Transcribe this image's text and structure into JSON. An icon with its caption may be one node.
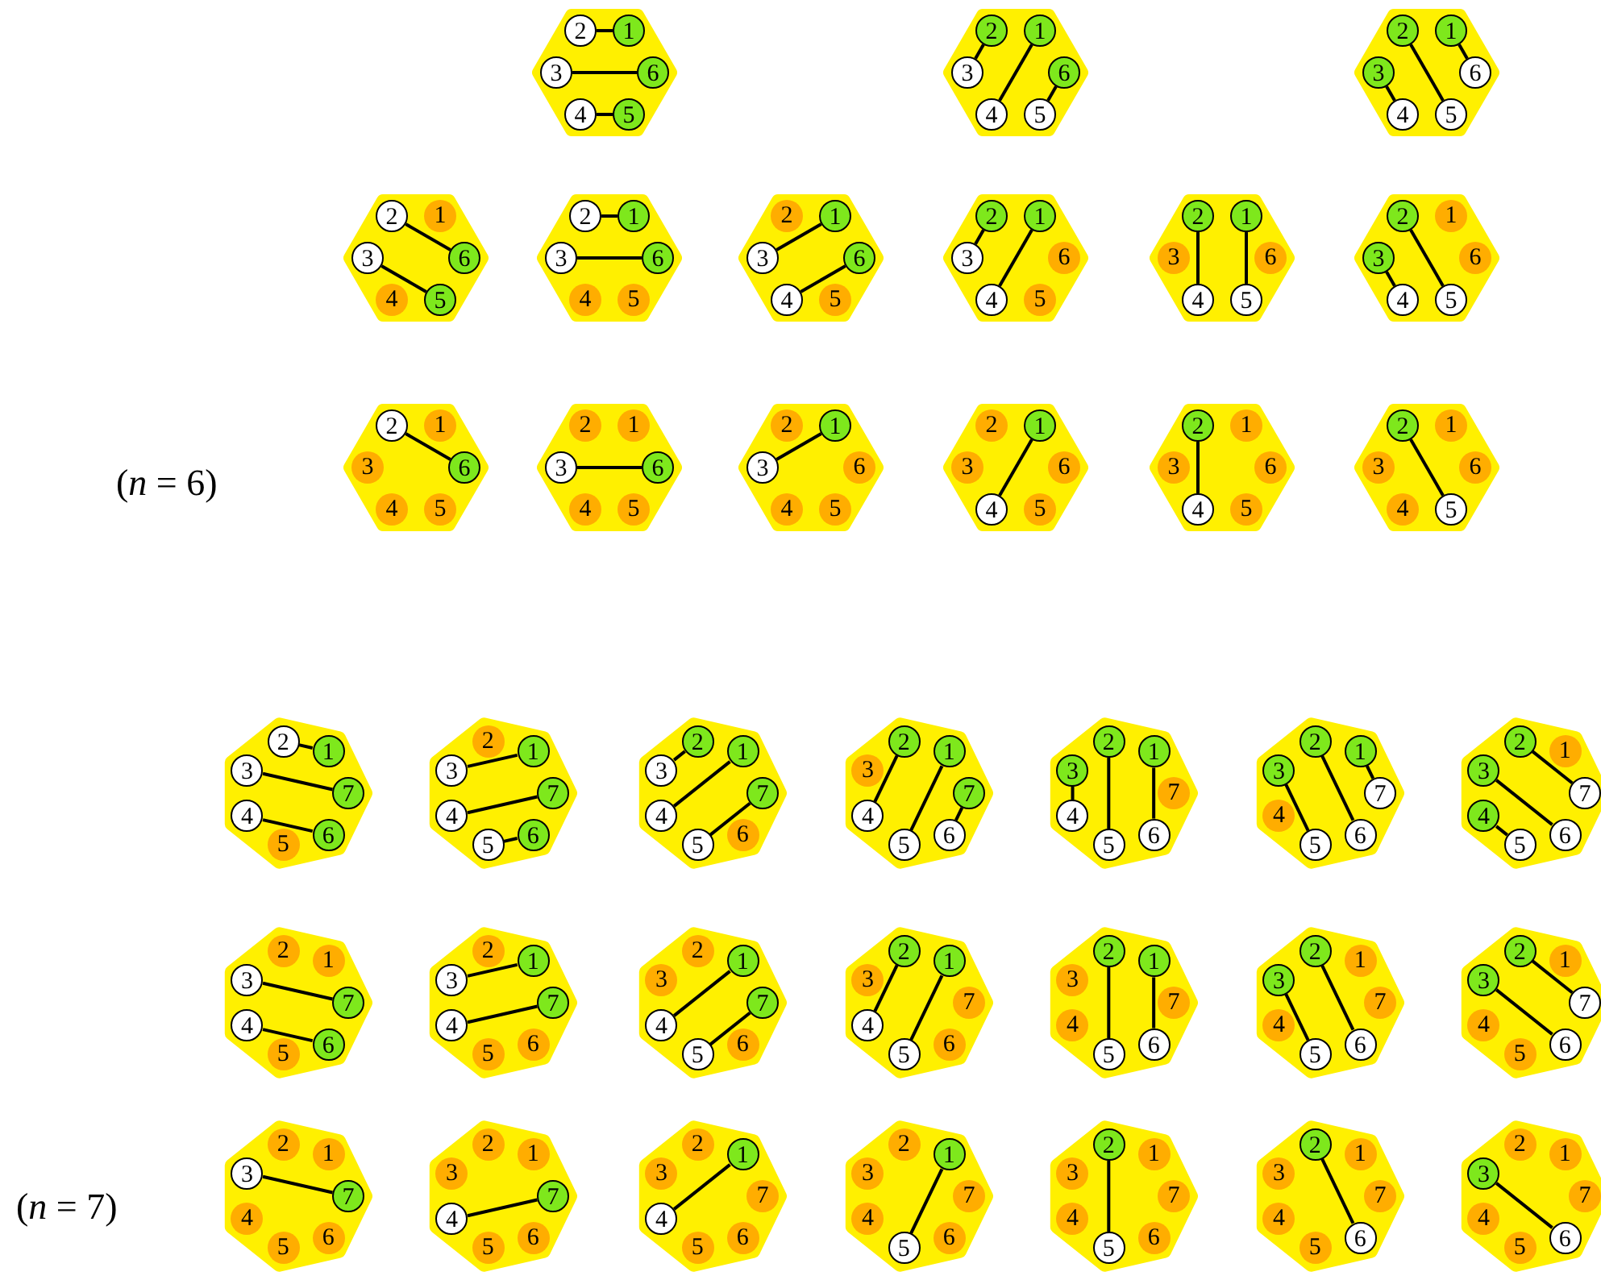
{
  "diagram": {
    "nodes": [
      {
        "text": [],
        "shape": "hexagon"
      },
      {
        "text": [
          "1"
        ],
        "in": 0
      },
      {
        "text": [
          "2"
        ],
        "in": 0
      },
      {
        "text": [
          "3"
        ],
        "in": 0
      },
      {
        "text": [
          "4"
        ],
        "in": 0
      },
      {
        "text": [
          "5"
        ],
        "in": 0
      },
      {
        "text": [
          "6"
        ],
        "in": 0
      },
      {
        "text": [],
        "shape": "hexagon"
      },
      {
        "text": [
          "1"
        ],
        "in": 7
      },
      {
        "text": [
          "2"
        ],
        "in": 7
      },
      {
        "text": [
          "3"
        ],
        "in": 7
      },
      {
        "text": [
          "4"
        ],
        "in": 7
      },
      {
        "text": [
          "5"
        ],
        "in": 7
      },
      {
        "text": [
          "6"
        ],
        "in": 7
      },
      {
        "text": [],
        "shape": "hexagon"
      },
      {
        "text": [
          "1"
        ],
        "in": 14
      },
      {
        "text": [
          "2"
        ],
        "in": 14
      },
      {
        "text": [
          "3"
        ],
        "in": 14
      },
      {
        "text": [
          "4"
        ],
        "in": 14
      },
      {
        "text": [
          "5"
        ],
        "in": 14
      },
      {
        "text": [
          "6"
        ],
        "in": 14
      },
      {
        "text": [],
        "shape": "hexagon"
      },
      {
        "text": [
          "1"
        ],
        "in": 21
      },
      {
        "text": [
          "2"
        ],
        "in": 21
      },
      {
        "text": [
          "3"
        ],
        "in": 21
      },
      {
        "text": [
          "4"
        ],
        "in": 21
      },
      {
        "text": [
          "5"
        ],
        "in": 21
      },
      {
        "text": [
          "6"
        ],
        "in": 21
      },
      {
        "text": [],
        "shape": "hexagon"
      },
      {
        "text": [
          "1"
        ],
        "in": 28
      },
      {
        "text": [
          "2"
        ],
        "in": 28
      },
      {
        "text": [
          "3"
        ],
        "in": 28
      },
      {
        "text": [
          "4"
        ],
        "in": 28
      },
      {
        "text": [
          "5"
        ],
        "in": 28
      },
      {
        "text": [
          "6"
        ],
        "in": 28
      },
      {
        "text": [],
        "shape": "hexagon"
      },
      {
        "text": [
          "1"
        ],
        "in": 35
      },
      {
        "text": [
          "2"
        ],
        "in": 35
      },
      {
        "text": [
          "3"
        ],
        "in": 35
      },
      {
        "text": [
          "4"
        ],
        "in": 35
      },
      {
        "text": [
          "5"
        ],
        "in": 35
      },
      {
        "text": [
          "6"
        ],
        "in": 35
      },
      {
        "text": [],
        "shape": "hexagon"
      },
      {
        "text": [
          "1"
        ],
        "in": 42
      },
      {
        "text": [
          "2"
        ],
        "in": 42
      },
      {
        "text": [
          "3"
        ],
        "in": 42
      },
      {
        "text": [
          "4"
        ],
        "in": 42
      },
      {
        "text": [
          "5"
        ],
        "in": 42
      },
      {
        "text": [
          "6"
        ],
        "in": 42
      },
      {
        "text": [],
        "shape": "hexagon"
      },
      {
        "text": [
          "1"
        ],
        "in": 49
      },
      {
        "text": [
          "2"
        ],
        "in": 49
      },
      {
        "text": [
          "3"
        ],
        "in": 49
      },
      {
        "text": [
          "4"
        ],
        "in": 49
      },
      {
        "text": [
          "5"
        ],
        "in": 49
      },
      {
        "text": [
          "6"
        ],
        "in": 49
      },
      {
        "text": [],
        "shape": "hexagon"
      },
      {
        "text": [
          "1"
        ],
        "in": 56
      },
      {
        "text": [
          "2"
        ],
        "in": 56
      },
      {
        "text": [
          "3"
        ],
        "in": 56
      },
      {
        "text": [
          "4"
        ],
        "in": 56
      },
      {
        "text": [
          "5"
        ],
        "in": 56
      },
      {
        "text": [
          "6"
        ],
        "in": 56
      },
      {
        "text": [],
        "shape": "hexagon"
      },
      {
        "text": [
          "1"
        ],
        "in": 63
      },
      {
        "text": [
          "2"
        ],
        "in": 63
      },
      {
        "text": [
          "3"
        ],
        "in": 63
      },
      {
        "text": [
          "4"
        ],
        "in": 63
      },
      {
        "text": [
          "5"
        ],
        "in": 63
      },
      {
        "text": [
          "6"
        ],
        "in": 63
      },
      {
        "text": [],
        "shape": "hexagon"
      },
      {
        "text": [
          "1"
        ],
        "in": 70
      },
      {
        "text": [
          "2"
        ],
        "in": 70
      },
      {
        "text": [
          "3"
        ],
        "in": 70
      },
      {
        "text": [
          "4"
        ],
        "in": 70
      },
      {
        "text": [
          "5"
        ],
        "in": 70
      },
      {
        "text": [
          "6"
        ],
        "in": 70
      },
      {
        "text": [],
        "shape": "hexagon"
      },
      {
        "text": [
          "1"
        ],
        "in": 77
      },
      {
        "text": [
          "2"
        ],
        "in": 77
      },
      {
        "text": [
          "3"
        ],
        "in": 77
      },
      {
        "text": [
          "4"
        ],
        "in": 77
      },
      {
        "text": [
          "5"
        ],
        "in": 77
      },
      {
        "text": [
          "6"
        ],
        "in": 77
      },
      {
        "text": [],
        "shape": "hexagon"
      },
      {
        "text": [
          "1"
        ],
        "in": 84
      },
      {
        "text": [
          "2"
        ],
        "in": 84
      },
      {
        "text": [
          "3"
        ],
        "in": 84
      },
      {
        "text": [
          "4"
        ],
        "in": 84
      },
      {
        "text": [
          "5"
        ],
        "in": 84
      },
      {
        "text": [
          "6"
        ],
        "in": 84
      },
      {
        "text": [],
        "shape": "hexagon"
      },
      {
        "text": [
          "1"
        ],
        "in": 91
      },
      {
        "text": [
          "2"
        ],
        "in": 91
      },
      {
        "text": [
          "3"
        ],
        "in": 91
      },
      {
        "text": [
          "4"
        ],
        "in": 91
      },
      {
        "text": [
          "5"
        ],
        "in": 91
      },
      {
        "text": [
          "6"
        ],
        "in": 91
      },
      {
        "text": [],
        "shape": "hexagon"
      },
      {
        "text": [
          "1"
        ],
        "in": 98
      },
      {
        "text": [
          "2"
        ],
        "in": 98
      },
      {
        "text": [
          "3"
        ],
        "in": 98
      },
      {
        "text": [
          "4"
        ],
        "in": 98
      },
      {
        "text": [
          "5"
        ],
        "in": 98
      },
      {
        "text": [
          "6"
        ],
        "in": 98
      },
      {
        "text": [],
        "shape": "heptagon"
      },
      {
        "text": [
          "1"
        ],
        "in": 105
      },
      {
        "text": [
          "2"
        ],
        "in": 105
      },
      {
        "text": [
          "3"
        ],
        "in": 105
      },
      {
        "text": [
          "4"
        ],
        "in": 105
      },
      {
        "text": [
          "5"
        ],
        "in": 105
      },
      {
        "text": [
          "6"
        ],
        "in": 105
      },
      {
        "text": [
          "7"
        ],
        "in": 105
      },
      {
        "text": [],
        "shape": "heptagon"
      },
      {
        "text": [
          "1"
        ],
        "in": 113
      },
      {
        "text": [
          "2"
        ],
        "in": 113
      },
      {
        "text": [
          "3"
        ],
        "in": 113
      },
      {
        "text": [
          "4"
        ],
        "in": 113
      },
      {
        "text": [
          "5"
        ],
        "in": 113
      },
      {
        "text": [
          "6"
        ],
        "in": 113
      },
      {
        "text": [
          "7"
        ],
        "in": 113
      },
      {
        "text": [],
        "shape": "heptagon"
      },
      {
        "text": [
          "1"
        ],
        "in": 121
      },
      {
        "text": [
          "2"
        ],
        "in": 121
      },
      {
        "text": [
          "3"
        ],
        "in": 121
      },
      {
        "text": [
          "4"
        ],
        "in": 121
      },
      {
        "text": [
          "5"
        ],
        "in": 121
      },
      {
        "text": [
          "6"
        ],
        "in": 121
      },
      {
        "text": [
          "7"
        ],
        "in": 121
      },
      {
        "text": [],
        "shape": "heptagon"
      },
      {
        "text": [
          "1"
        ],
        "in": 129
      },
      {
        "text": [
          "2"
        ],
        "in": 129
      },
      {
        "text": [
          "3"
        ],
        "in": 129
      },
      {
        "text": [
          "4"
        ],
        "in": 129
      },
      {
        "text": [
          "5"
        ],
        "in": 129
      },
      {
        "text": [
          "6"
        ],
        "in": 129
      },
      {
        "text": [
          "7"
        ],
        "in": 129
      },
      {
        "text": [],
        "shape": "heptagon"
      },
      {
        "text": [
          "1"
        ],
        "in": 137
      },
      {
        "text": [
          "2"
        ],
        "in": 137
      },
      {
        "text": [
          "3"
        ],
        "in": 137
      },
      {
        "text": [
          "4"
        ],
        "in": 137
      },
      {
        "text": [
          "5"
        ],
        "in": 137
      },
      {
        "text": [
          "6"
        ],
        "in": 137
      },
      {
        "text": [
          "7"
        ],
        "in": 137
      },
      {
        "text": [],
        "shape": "heptagon"
      },
      {
        "text": [
          "1"
        ],
        "in": 145
      },
      {
        "text": [
          "2"
        ],
        "in": 145
      },
      {
        "text": [
          "3"
        ],
        "in": 145
      },
      {
        "text": [
          "4"
        ],
        "in": 145
      },
      {
        "text": [
          "5"
        ],
        "in": 145
      },
      {
        "text": [
          "6"
        ],
        "in": 145
      },
      {
        "text": [
          "7"
        ],
        "in": 145
      },
      {
        "text": [],
        "shape": "heptagon"
      },
      {
        "text": [
          "1"
        ],
        "in": 153
      },
      {
        "text": [
          "2"
        ],
        "in": 153
      },
      {
        "text": [
          "3"
        ],
        "in": 153
      },
      {
        "text": [
          "4"
        ],
        "in": 153
      },
      {
        "text": [
          "5"
        ],
        "in": 153
      },
      {
        "text": [
          "6"
        ],
        "in": 153
      },
      {
        "text": [
          "7"
        ],
        "in": 153
      },
      {
        "text": [],
        "shape": "heptagon"
      },
      {
        "text": [
          "1"
        ],
        "in": 161
      },
      {
        "text": [
          "2"
        ],
        "in": 161
      },
      {
        "text": [
          "3"
        ],
        "in": 161
      },
      {
        "text": [
          "4"
        ],
        "in": 161
      },
      {
        "text": [
          "5"
        ],
        "in": 161
      },
      {
        "text": [
          "6"
        ],
        "in": 161
      },
      {
        "text": [
          "7"
        ],
        "in": 161
      },
      {
        "text": [],
        "shape": "heptagon"
      },
      {
        "text": [
          "1"
        ],
        "in": 169
      },
      {
        "text": [
          "2"
        ],
        "in": 169
      },
      {
        "text": [
          "3"
        ],
        "in": 169
      },
      {
        "text": [
          "4"
        ],
        "in": 169
      },
      {
        "text": [
          "5"
        ],
        "in": 169
      },
      {
        "text": [
          "6"
        ],
        "in": 169
      },
      {
        "text": [
          "7"
        ],
        "in": 169
      },
      {
        "text": [],
        "shape": "heptagon"
      },
      {
        "text": [
          "1"
        ],
        "in": 177
      },
      {
        "text": [
          "2"
        ],
        "in": 177
      },
      {
        "text": [
          "3"
        ],
        "in": 177
      },
      {
        "text": [
          "4"
        ],
        "in": 177
      },
      {
        "text": [
          "5"
        ],
        "in": 177
      },
      {
        "text": [
          "6"
        ],
        "in": 177
      },
      {
        "text": [
          "7"
        ],
        "in": 177
      },
      {
        "text": [],
        "shape": "heptagon"
      },
      {
        "text": [
          "1"
        ],
        "in": 185
      },
      {
        "text": [
          "2"
        ],
        "in": 185
      },
      {
        "text": [
          "3"
        ],
        "in": 185
      },
      {
        "text": [
          "4"
        ],
        "in": 185
      },
      {
        "text": [
          "5"
        ],
        "in": 185
      },
      {
        "text": [
          "6"
        ],
        "in": 185
      },
      {
        "text": [
          "7"
        ],
        "in": 185
      },
      {
        "text": [],
        "shape": "heptagon"
      },
      {
        "text": [
          "1"
        ],
        "in": 193
      },
      {
        "text": [
          "2"
        ],
        "in": 193
      },
      {
        "text": [
          "3"
        ],
        "in": 193
      },
      {
        "text": [
          "4"
        ],
        "in": 193
      },
      {
        "text": [
          "5"
        ],
        "in": 193
      },
      {
        "text": [
          "6"
        ],
        "in": 193
      },
      {
        "text": [
          "7"
        ],
        "in": 193
      },
      {
        "text": [],
        "shape": "heptagon"
      },
      {
        "text": [
          "1"
        ],
        "in": 201
      },
      {
        "text": [
          "2"
        ],
        "in": 201
      },
      {
        "text": [
          "3"
        ],
        "in": 201
      },
      {
        "text": [
          "4"
        ],
        "in": 201
      },
      {
        "text": [
          "5"
        ],
        "in": 201
      },
      {
        "text": [
          "6"
        ],
        "in": 201
      },
      {
        "text": [
          "7"
        ],
        "in": 201
      },
      {
        "text": [],
        "shape": "heptagon"
      },
      {
        "text": [
          "1"
        ],
        "in": 209
      },
      {
        "text": [
          "2"
        ],
        "in": 209
      },
      {
        "text": [
          "3"
        ],
        "in": 209
      },
      {
        "text": [
          "4"
        ],
        "in": 209
      },
      {
        "text": [
          "5"
        ],
        "in": 209
      },
      {
        "text": [
          "6"
        ],
        "in": 209
      },
      {
        "text": [
          "7"
        ],
        "in": 209
      },
      {
        "text": [],
        "shape": "heptagon"
      },
      {
        "text": [
          "1"
        ],
        "in": 217
      },
      {
        "text": [
          "2"
        ],
        "in": 217
      },
      {
        "text": [
          "3"
        ],
        "in": 217
      },
      {
        "text": [
          "4"
        ],
        "in": 217
      },
      {
        "text": [
          "5"
        ],
        "in": 217
      },
      {
        "text": [
          "6"
        ],
        "in": 217
      },
      {
        "text": [
          "7"
        ],
        "in": 217
      },
      {
        "text": [],
        "shape": "heptagon"
      },
      {
        "text": [
          "1"
        ],
        "in": 225
      },
      {
        "text": [
          "2"
        ],
        "in": 225
      },
      {
        "text": [
          "3"
        ],
        "in": 225
      },
      {
        "text": [
          "4"
        ],
        "in": 225
      },
      {
        "text": [
          "5"
        ],
        "in": 225
      },
      {
        "text": [
          "6"
        ],
        "in": 225
      },
      {
        "text": [
          "7"
        ],
        "in": 225
      },
      {
        "text": [],
        "shape": "heptagon"
      },
      {
        "text": [
          "1"
        ],
        "in": 233
      },
      {
        "text": [
          "2"
        ],
        "in": 233
      },
      {
        "text": [
          "3"
        ],
        "in": 233
      },
      {
        "text": [
          "4"
        ],
        "in": 233
      },
      {
        "text": [
          "5"
        ],
        "in": 233
      },
      {
        "text": [
          "6"
        ],
        "in": 233
      },
      {
        "text": [
          "7"
        ],
        "in": 233
      },
      {
        "text": [],
        "shape": "heptagon"
      },
      {
        "text": [
          "1"
        ],
        "in": 241
      },
      {
        "text": [
          "2"
        ],
        "in": 241
      },
      {
        "text": [
          "3"
        ],
        "in": 241
      },
      {
        "text": [
          "4"
        ],
        "in": 241
      },
      {
        "text": [
          "5"
        ],
        "in": 241
      },
      {
        "text": [
          "6"
        ],
        "in": 241
      },
      {
        "text": [
          "7"
        ],
        "in": 241
      },
      {
        "text": [],
        "shape": "heptagon"
      },
      {
        "text": [
          "1"
        ],
        "in": 249
      },
      {
        "text": [
          "2"
        ],
        "in": 249
      },
      {
        "text": [
          "3"
        ],
        "in": 249
      },
      {
        "text": [
          "4"
        ],
        "in": 249
      },
      {
        "text": [
          "5"
        ],
        "in": 249
      },
      {
        "text": [
          "6"
        ],
        "in": 249
      },
      {
        "text": [
          "7"
        ],
        "in": 249
      },
      {
        "text": [],
        "shape": "heptagon"
      },
      {
        "text": [
          "1"
        ],
        "in": 257
      },
      {
        "text": [
          "2"
        ],
        "in": 257
      },
      {
        "text": [
          "3"
        ],
        "in": 257
      },
      {
        "text": [
          "4"
        ],
        "in": 257
      },
      {
        "text": [
          "5"
        ],
        "in": 257
      },
      {
        "text": [
          "6"
        ],
        "in": 257
      },
      {
        "text": [
          "7"
        ],
        "in": 257
      },
      {
        "text": [],
        "shape": "heptagon"
      },
      {
        "text": [
          "1"
        ],
        "in": 265
      },
      {
        "text": [
          "2"
        ],
        "in": 265
      },
      {
        "text": [
          "3"
        ],
        "in": 265
      },
      {
        "text": [
          "4"
        ],
        "in": 265
      },
      {
        "text": [
          "5"
        ],
        "in": 265
      },
      {
        "text": [
          "6"
        ],
        "in": 265
      },
      {
        "text": [
          "7"
        ],
        "in": 265
      }
    ],
    "edges": [
      {
        "from": 2,
        "to": 1,
        "arrow": "none"
      },
      {
        "from": 3,
        "to": 6,
        "arrow": "none"
      },
      {
        "from": 4,
        "to": 5,
        "arrow": "none"
      },
      {
        "from": 10,
        "to": 9,
        "arrow": "none"
      },
      {
        "from": 11,
        "to": 8,
        "arrow": "none"
      },
      {
        "from": 12,
        "to": 13,
        "arrow": "none"
      },
      {
        "from": 20,
        "to": 15,
        "arrow": "none"
      },
      {
        "from": 19,
        "to": 16,
        "arrow": "none"
      },
      {
        "from": 18,
        "to": 17,
        "arrow": "none"
      },
      {
        "from": 23,
        "to": 27,
        "arrow": "none"
      },
      {
        "from": 24,
        "to": 26,
        "arrow": "none"
      },
      {
        "from": 30,
        "to": 29,
        "arrow": "none"
      },
      {
        "from": 31,
        "to": 34,
        "arrow": "none"
      },
      {
        "from": 38,
        "to": 36,
        "arrow": "none"
      },
      {
        "from": 39,
        "to": 41,
        "arrow": "none"
      },
      {
        "from": 45,
        "to": 44,
        "arrow": "none"
      },
      {
        "from": 46,
        "to": 43,
        "arrow": "none"
      },
      {
        "from": 53,
        "to": 51,
        "arrow": "none"
      },
      {
        "from": 54,
        "to": 50,
        "arrow": "none"
      },
      {
        "from": 61,
        "to": 58,
        "arrow": "none"
      },
      {
        "from": 60,
        "to": 59,
        "arrow": "none"
      },
      {
        "from": 65,
        "to": 69,
        "arrow": "none"
      },
      {
        "from": 73,
        "to": 76,
        "arrow": "none"
      },
      {
        "from": 80,
        "to": 78,
        "arrow": "none"
      },
      {
        "from": 88,
        "to": 85,
        "arrow": "none"
      },
      {
        "from": 95,
        "to": 93,
        "arrow": "none"
      },
      {
        "from": 103,
        "to": 100,
        "arrow": "none"
      },
      {
        "from": 107,
        "to": 106,
        "arrow": "none"
      },
      {
        "from": 108,
        "to": 112,
        "arrow": "none"
      },
      {
        "from": 109,
        "to": 111,
        "arrow": "none"
      },
      {
        "from": 116,
        "to": 114,
        "arrow": "none"
      },
      {
        "from": 117,
        "to": 120,
        "arrow": "none"
      },
      {
        "from": 118,
        "to": 119,
        "arrow": "none"
      },
      {
        "from": 124,
        "to": 123,
        "arrow": "none"
      },
      {
        "from": 125,
        "to": 122,
        "arrow": "none"
      },
      {
        "from": 126,
        "to": 128,
        "arrow": "none"
      },
      {
        "from": 133,
        "to": 131,
        "arrow": "none"
      },
      {
        "from": 134,
        "to": 130,
        "arrow": "none"
      },
      {
        "from": 135,
        "to": 136,
        "arrow": "none"
      },
      {
        "from": 141,
        "to": 140,
        "arrow": "none"
      },
      {
        "from": 142,
        "to": 139,
        "arrow": "none"
      },
      {
        "from": 143,
        "to": 138,
        "arrow": "none"
      },
      {
        "from": 150,
        "to": 148,
        "arrow": "none"
      },
      {
        "from": 151,
        "to": 147,
        "arrow": "none"
      },
      {
        "from": 152,
        "to": 146,
        "arrow": "none"
      },
      {
        "from": 160,
        "to": 155,
        "arrow": "none"
      },
      {
        "from": 159,
        "to": 156,
        "arrow": "none"
      },
      {
        "from": 158,
        "to": 157,
        "arrow": "none"
      },
      {
        "from": 164,
        "to": 168,
        "arrow": "none"
      },
      {
        "from": 165,
        "to": 167,
        "arrow": "none"
      },
      {
        "from": 172,
        "to": 170,
        "arrow": "none"
      },
      {
        "from": 173,
        "to": 176,
        "arrow": "none"
      },
      {
        "from": 181,
        "to": 178,
        "arrow": "none"
      },
      {
        "from": 182,
        "to": 184,
        "arrow": "none"
      },
      {
        "from": 189,
        "to": 187,
        "arrow": "none"
      },
      {
        "from": 190,
        "to": 186,
        "arrow": "none"
      },
      {
        "from": 198,
        "to": 195,
        "arrow": "none"
      },
      {
        "from": 199,
        "to": 194,
        "arrow": "none"
      },
      {
        "from": 206,
        "to": 204,
        "arrow": "none"
      },
      {
        "from": 207,
        "to": 203,
        "arrow": "none"
      },
      {
        "from": 216,
        "to": 211,
        "arrow": "none"
      },
      {
        "from": 215,
        "to": 212,
        "arrow": "none"
      },
      {
        "from": 220,
        "to": 224,
        "arrow": "none"
      },
      {
        "from": 229,
        "to": 232,
        "arrow": "none"
      },
      {
        "from": 237,
        "to": 234,
        "arrow": "none"
      },
      {
        "from": 246,
        "to": 242,
        "arrow": "none"
      },
      {
        "from": 254,
        "to": 251,
        "arrow": "none"
      },
      {
        "from": 263,
        "to": 259,
        "arrow": "none"
      },
      {
        "from": 271,
        "to": 268,
        "arrow": "none"
      }
    ],
    "labels": [
      "(*n* = 6)",
      "(*n* = 7)"
    ]
  }
}
